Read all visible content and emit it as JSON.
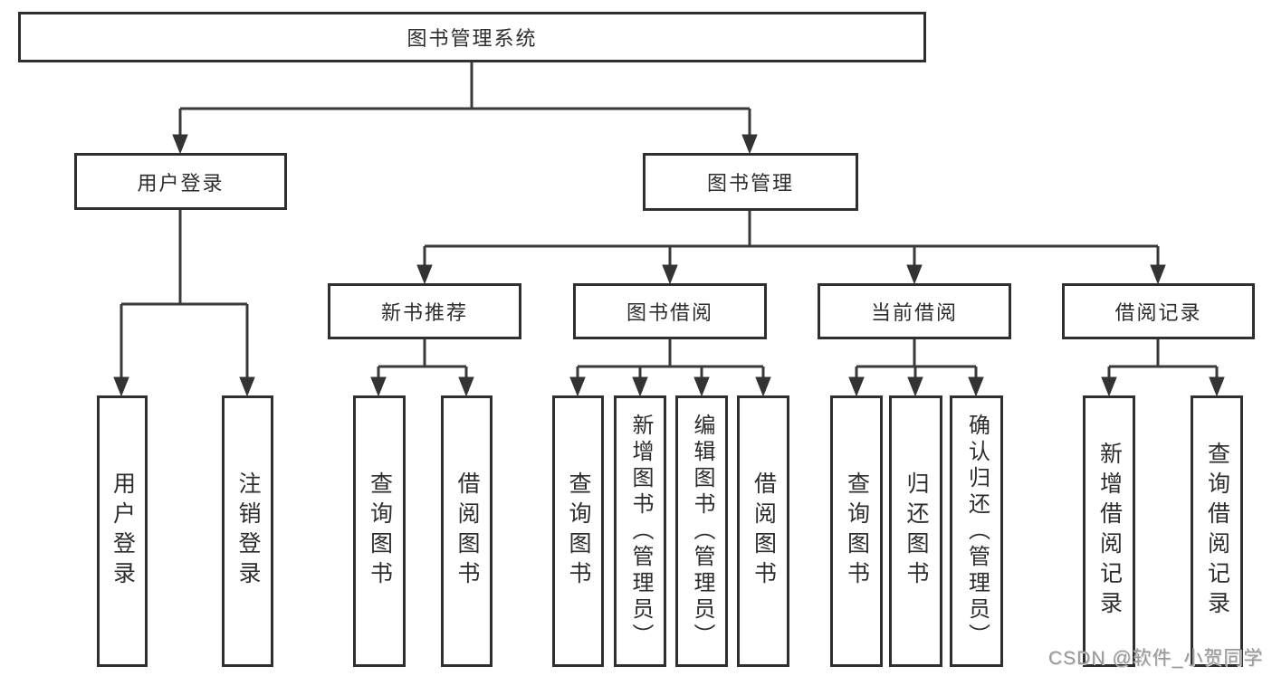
{
  "diagram_title": "图书管理系统",
  "hierarchy": {
    "root": {
      "label": "图书管理系统"
    },
    "level2": [
      {
        "label": "用户登录",
        "children": [
          {
            "label": "用户登录"
          },
          {
            "label": "注销登录"
          }
        ]
      },
      {
        "label": "图书管理",
        "children": [
          {
            "label": "新书推荐",
            "children": [
              {
                "label": "查询图书"
              },
              {
                "label": "借阅图书"
              }
            ]
          },
          {
            "label": "图书借阅",
            "children": [
              {
                "label": "查询图书"
              },
              {
                "label": "新增图书（管理员）"
              },
              {
                "label": "编辑图书（管理员）"
              },
              {
                "label": "借阅图书"
              }
            ]
          },
          {
            "label": "当前借阅",
            "children": [
              {
                "label": "查询图书"
              },
              {
                "label": "归还图书"
              },
              {
                "label": "确认归还（管理员）"
              }
            ]
          },
          {
            "label": "借阅记录",
            "children": [
              {
                "label": "新增借阅记录"
              },
              {
                "label": "查询借阅记录"
              }
            ]
          }
        ]
      }
    ]
  },
  "watermark": {
    "text": "CSDN @软件_小贺同学"
  },
  "colors": {
    "line": "#3a3a3a",
    "border": "#2f2f2f",
    "text": "#2d2d2d",
    "watermark_gray": "#989898",
    "background": "#ffffff"
  }
}
